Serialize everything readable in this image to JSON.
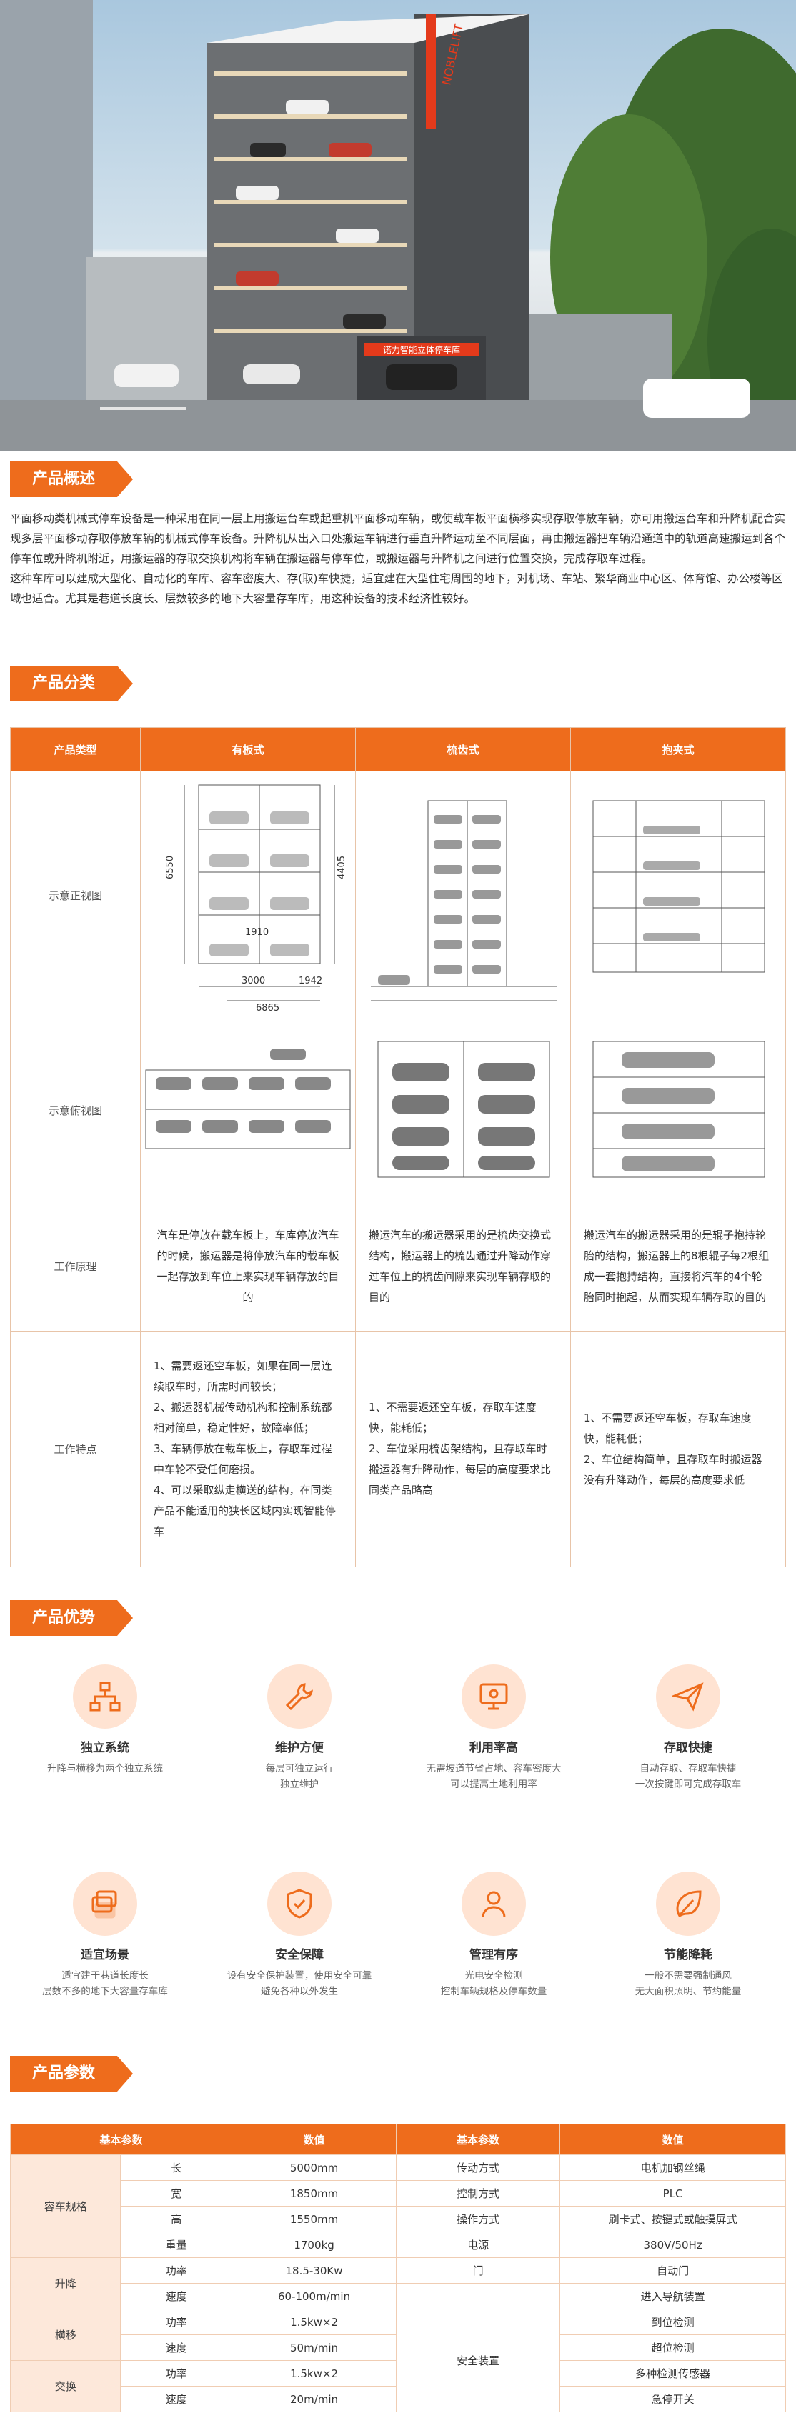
{
  "hero": {
    "brand": "NOBLELIFT",
    "sign": "诺力智能立体停车库"
  },
  "overview": {
    "title": "产品概述",
    "p1": "平面移动类机械式停车设备是一种采用在同一层上用搬运台车或起重机平面移动车辆，或使载车板平面横移实现存取停放车辆，亦可用搬运台车和升降机配合实现多层平面移动存取停放车辆的机械式停车设备。升降机从出入口处搬运车辆进行垂直升降运动至不同层面，再由搬运器把车辆沿通道中的轨道高速搬运到各个停车位或升降机附近，用搬运器的存取交换机构将车辆在搬运器与停车位，或搬运器与升降机之间进行位置交换，完成存取车过程。",
    "p2": "这种车库可以建成大型化、自动化的车库、容车密度大、存(取)车快捷，适宜建在大型住宅周围的地下，对机场、车站、繁华商业中心区、体育馆、办公楼等区域也适合。尤其是巷道长度长、层数较多的地下大容量存车库，用这种设备的技术经济性较好。"
  },
  "classification": {
    "title": "产品分类",
    "headers": [
      "产品类型",
      "有板式",
      "梳齿式",
      "抱夹式"
    ],
    "row_front": "示意正视图",
    "row_top": "示意俯视图",
    "row_principle": "工作原理",
    "row_features": "工作特点",
    "dims": {
      "h1": "6550",
      "h2": "4405",
      "w1": "1910",
      "w2": "3000",
      "w3": "6865",
      "w4": "1942"
    },
    "principle": [
      "汽车是停放在载车板上，车库停放汽车的时候，搬运器是将停放汽车的载车板一起存放到车位上来实现车辆存放的目的",
      "搬运汽车的搬运器采用的是梳齿交换式结构，搬运器上的梳齿通过升降动作穿过车位上的梳齿间隙来实现车辆存取的目的",
      "搬运汽车的搬运器采用的是辊子抱持轮胎的结构，搬运器上的8根辊子每2根组成一套抱持结构，直接将汽车的4个轮胎同时抱起，从而实现车辆存取的目的"
    ],
    "features": [
      [
        "1、需要返还空车板，如果在同一层连续取车时，所需时间较长；",
        "2、搬运器机械传动机构和控制系统都相对简单，稳定性好，故障率低；",
        "3、车辆停放在载车板上，存取车过程中车轮不受任何磨损。",
        "4、可以采取纵走横送的结构，在同类产品不能适用的狭长区域内实现智能停车"
      ],
      [
        "1、不需要返还空车板，存取车速度快，能耗低；",
        "2、车位采用梳齿架结构，且存取车时搬运器有升降动作，每层的高度要求比同类产品略高"
      ],
      [
        "1、不需要返还空车板，存取车速度快，能耗低；",
        "2、车位结构简单，且存取车时搬运器没有升降动作，每层的高度要求低"
      ]
    ]
  },
  "advantages": {
    "title": "产品优势",
    "items": [
      {
        "t": "独立系统",
        "d": "升降与横移为两个独立系统",
        "icon": "network-icon"
      },
      {
        "t": "维护方便",
        "d": "每层可独立运行|独立维护",
        "icon": "wrench-icon"
      },
      {
        "t": "利用率高",
        "d": "无需坡道节省占地、容车密度大|可以提高土地利用率",
        "icon": "monitor-icon"
      },
      {
        "t": "存取快捷",
        "d": "自动存取、存取车快捷|一次按键即可完成存取车",
        "icon": "send-icon"
      },
      {
        "t": "适宜场景",
        "d": "适宜建于巷道长度长|层数不多的地下大容量存车库",
        "icon": "layers-icon"
      },
      {
        "t": "安全保障",
        "d": "设有安全保护装置，使用安全可靠|避免各种以外发生",
        "icon": "shield-icon"
      },
      {
        "t": "管理有序",
        "d": "光电安全检测|控制车辆规格及停车数量",
        "icon": "user-icon"
      },
      {
        "t": "节能降耗",
        "d": "一般不需要强制通风|无大面积照明、节约能量",
        "icon": "leaf-icon"
      }
    ]
  },
  "params": {
    "title": "产品参数",
    "headers": [
      "基本参数",
      "数值",
      "基本参数",
      "数值"
    ],
    "rows": [
      [
        "容车规格",
        "长",
        "5000mm",
        "传动方式",
        "电机加钢丝绳"
      ],
      [
        "",
        "宽",
        "1850mm",
        "控制方式",
        "PLC"
      ],
      [
        "",
        "高",
        "1550mm",
        "操作方式",
        "刷卡式、按键式或触摸屏式"
      ],
      [
        "",
        "重量",
        "1700kg",
        "电源",
        "380V/50Hz"
      ],
      [
        "升降",
        "功率",
        "18.5-30Kw",
        "门",
        "自动门"
      ],
      [
        "",
        "速度",
        "60-100m/min",
        "",
        "进入导航装置"
      ],
      [
        "横移",
        "功率",
        "1.5kw×2",
        "安全装置",
        "到位检测"
      ],
      [
        "",
        "速度",
        "50m/min",
        "",
        "超位检测"
      ],
      [
        "交换",
        "功率",
        "1.5kw×2",
        "",
        "多种检测传感器"
      ],
      [
        "",
        "速度",
        "20m/min",
        "",
        "急停开关"
      ]
    ]
  }
}
